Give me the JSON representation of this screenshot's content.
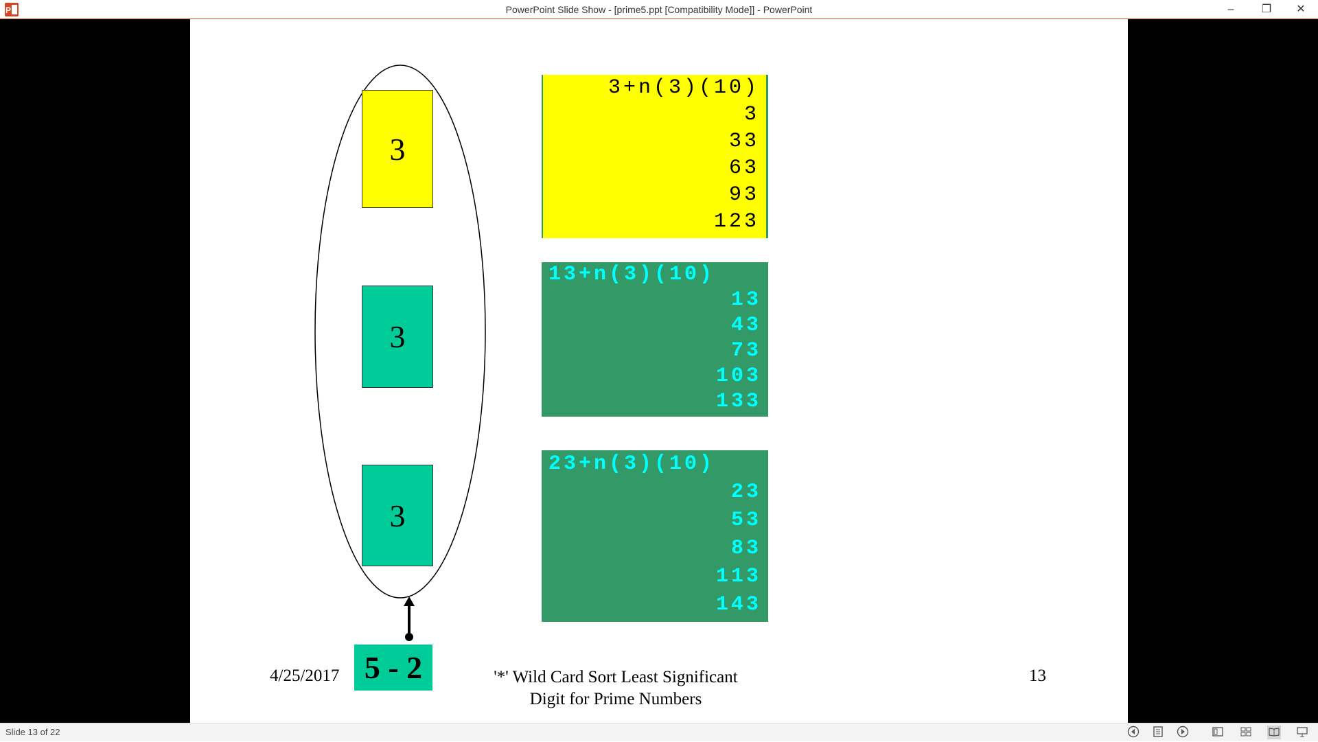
{
  "window": {
    "title": "PowerPoint Slide Show - [prime5.ppt [Compatibility Mode]] - PowerPoint",
    "app_icon": "powerpoint-icon",
    "controls": {
      "minimize": "–",
      "restore": "❐",
      "close": "✕"
    }
  },
  "slide": {
    "cards": [
      {
        "digit": "3",
        "color": "#ffff00"
      },
      {
        "digit": "3",
        "color": "#00cc99"
      },
      {
        "digit": "3",
        "color": "#00cc99"
      }
    ],
    "boxes": [
      {
        "header": "3+n(3)(10)",
        "values": [
          "3",
          "33",
          "63",
          "93",
          "123"
        ],
        "background": "#ffff00",
        "text_color": "#000000"
      },
      {
        "header": "13+n(3)(10)",
        "values": [
          "13",
          "43",
          "73",
          "103",
          "133"
        ],
        "background": "#339966",
        "text_color": "#00ffff"
      },
      {
        "header": "23+n(3)(10)",
        "values": [
          "23",
          "53",
          "83",
          "113",
          "143"
        ],
        "background": "#339966",
        "text_color": "#00ffff"
      }
    ],
    "label": "5 - 2",
    "footer": {
      "date": "4/25/2017",
      "title_line1": "'*' Wild Card Sort Least Significant",
      "title_line2": "Digit for Prime Numbers",
      "page": "13"
    }
  },
  "statusbar": {
    "slide_counter": "Slide 13 of 22",
    "icons": [
      "previous-icon",
      "menu-icon",
      "next-icon",
      "normal-view-icon",
      "slide-sorter-icon",
      "reading-view-icon",
      "slideshow-icon"
    ]
  }
}
